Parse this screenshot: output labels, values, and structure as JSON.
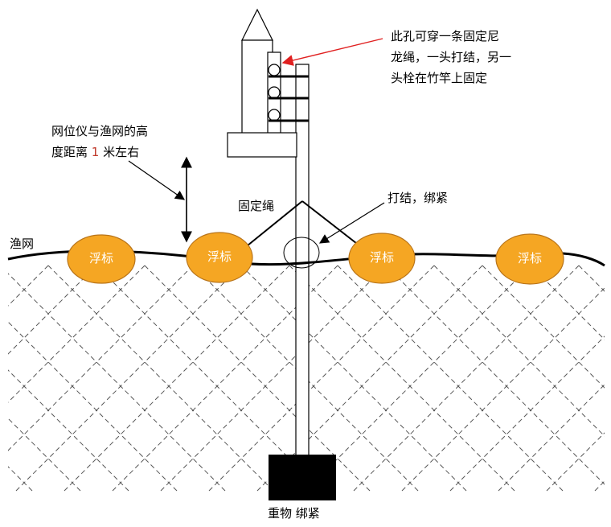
{
  "labels": {
    "hole_note_line1": "此孔可穿一条固定尼",
    "hole_note_line2": "龙绳，一头打结，另一",
    "hole_note_line3": "头栓在竹竿上固定",
    "height_note_line1": "网位仪与渔网的高",
    "height_note_pre": "度距离 ",
    "height_note_num": "1",
    "height_note_post": " 米左右",
    "fixing_rope": "固定绳",
    "knot_tie": "打结，绑紧",
    "fishing_net": "渔网",
    "weight_tie": "重物  绑紧"
  },
  "buoys": [
    {
      "label": "浮标"
    },
    {
      "label": "浮标"
    },
    {
      "label": "浮标"
    },
    {
      "label": "浮标"
    }
  ],
  "colors": {
    "buoy_fill": "#f5a623",
    "buoy_stroke": "#b8741a",
    "arrow_red": "#e02020",
    "line": "#000000"
  }
}
